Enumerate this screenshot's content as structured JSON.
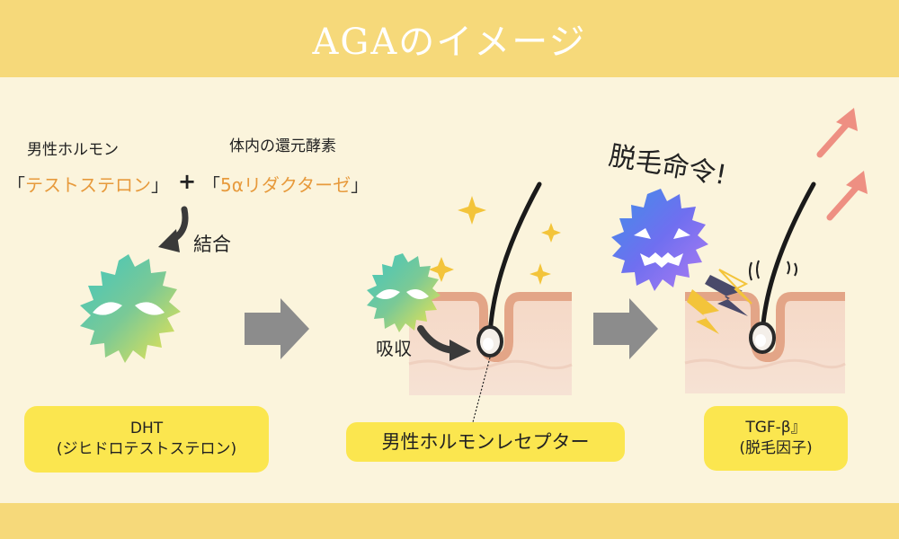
{
  "title": "AGAのイメージ",
  "left": {
    "hormone_label": "男性ホルモン",
    "hormone_open": "「",
    "hormone_name": "テストステロン",
    "hormone_close": "」",
    "plus": "+",
    "enzyme_label": "体内の還元酵素",
    "enzyme_open": "「",
    "enzyme_name": "5αリダクターゼ",
    "enzyme_close": "」",
    "bind_label": "結合",
    "dht_line1": "DHT",
    "dht_line2": "(ジヒドロテストステロン)"
  },
  "middle": {
    "absorb_label": "吸収",
    "receptor_label": "男性ホルモンレセプター"
  },
  "right": {
    "command": "脱毛命令!",
    "tgf_line1": "TGF-β』",
    "tgf_line2": "(脱毛因子)"
  },
  "colors": {
    "header": "#f6d97a",
    "background": "#fbf4dc",
    "accent_orange": "#e79a3c",
    "label_box": "#fbe64f",
    "arrow_gray": "#8c8c8c",
    "skin": "#f2c4a8",
    "monster_purple": "#7b6cf0",
    "up_arrow": "#ee8f82"
  },
  "icons": [
    "dht-monster-icon",
    "process-arrow-icon",
    "hair-follicle-icon",
    "sparkle-icon",
    "lightning-icon",
    "tgf-monster-icon",
    "up-arrow-icon",
    "bind-arrow-icon",
    "absorb-arrow-icon"
  ]
}
